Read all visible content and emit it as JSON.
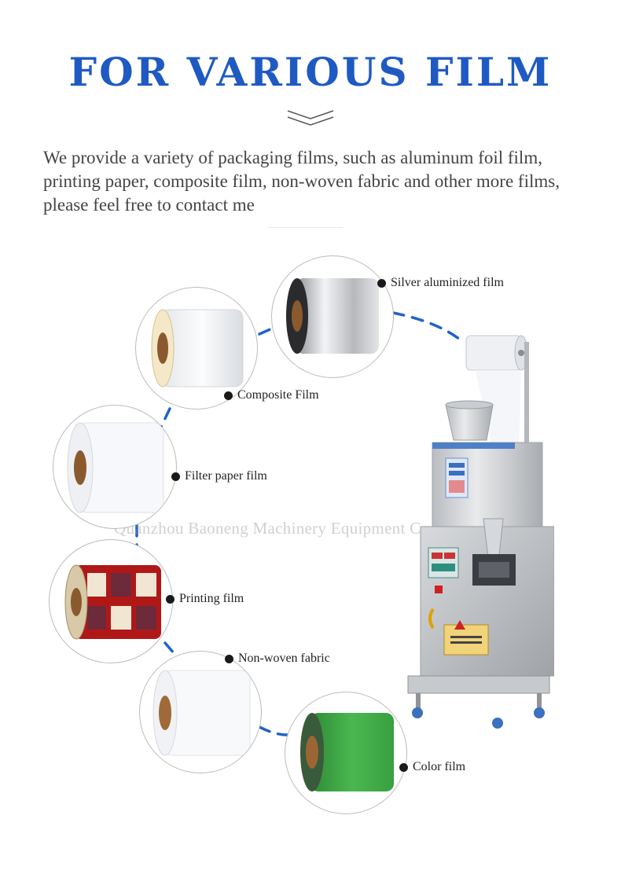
{
  "title": "FOR VARIOUS FILM",
  "description": "We provide a variety of packaging films, such as aluminum foil film, printing paper, composite film, non-woven fabric and other more films, please feel free to contact me",
  "watermark": "Quanzhou Baoneng Machinery Equipment Co., Ltd",
  "accent_color": "#1f5ac3",
  "connector_color": "#1f64c8",
  "films": [
    {
      "label": "Silver aluminized film"
    },
    {
      "label": "Composite Film"
    },
    {
      "label": "Filter paper film"
    },
    {
      "label": "Printing film"
    },
    {
      "label": "Non-woven fabric"
    },
    {
      "label": "Color film"
    }
  ],
  "icons": {
    "chevron": "double-chevron-down-icon",
    "bullet": "dot-icon"
  }
}
